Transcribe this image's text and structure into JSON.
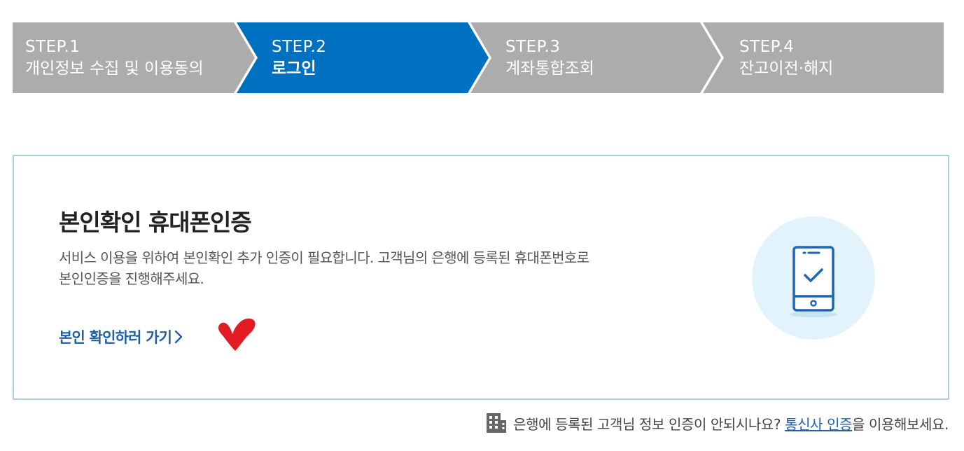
{
  "steps": [
    {
      "number": "STEP.1",
      "name": "개인정보 수집 및 이용동의",
      "active": false
    },
    {
      "number": "STEP.2",
      "name": "로그인",
      "active": true
    },
    {
      "number": "STEP.3",
      "name": "계좌통합조회",
      "active": false
    },
    {
      "number": "STEP.4",
      "name": "잔고이전·해지",
      "active": false
    }
  ],
  "colors": {
    "step_inactive": "#acacac",
    "step_active": "#0070c0",
    "card_border": "#a8cfe0",
    "link_blue": "#1f5fa8",
    "heart_red": "#e31b23",
    "illust_bg": "#e3f3fb"
  },
  "card": {
    "title": "본인확인 휴대폰인증",
    "description_line1": "서비스 이용을 위하여 본인확인 추가 인증이 필요합니다. 고객님의 은행에 등록된 휴대폰번호로",
    "description_line2": "본인인증을 진행해주세요.",
    "link_label": "본인 확인하러 가기",
    "link_icon": "chevron-right-icon",
    "illustration_icon": "phone-check-icon"
  },
  "footer": {
    "icon": "building-icon",
    "prefix": "은행에 등록된 고객님 정보 인증이 안되시나요?",
    "link_label": "통신사 인증",
    "suffix": "을 이용해보세요."
  }
}
